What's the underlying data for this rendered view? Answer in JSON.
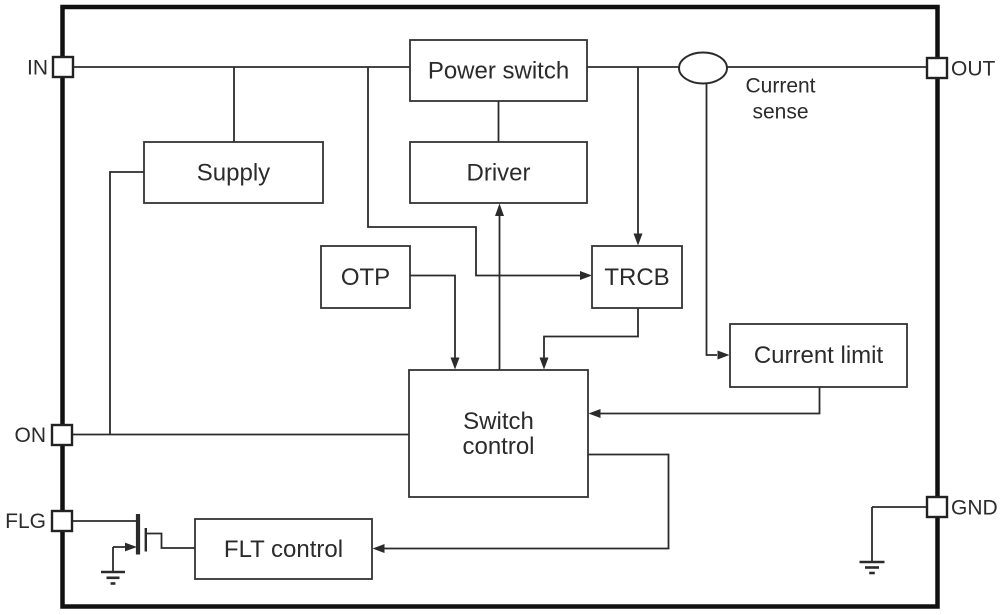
{
  "diagram": {
    "type": "ic-block-diagram",
    "colors": {
      "background": "#ffffff",
      "line": "#2b2b2b",
      "text": "#2b2b2b",
      "outer_border": "#111111"
    },
    "blocks": {
      "power_switch": {
        "label": "Power switch"
      },
      "supply": {
        "label": "Supply"
      },
      "driver": {
        "label": "Driver"
      },
      "otp": {
        "label": "OTP"
      },
      "trcb": {
        "label": "TRCB"
      },
      "current_limit": {
        "label": "Current limit"
      },
      "switch_control": {
        "label_line1": "Switch",
        "label_line2": "control"
      },
      "flt_control": {
        "label": "FLT control"
      }
    },
    "pins": {
      "in": {
        "label": "IN"
      },
      "out": {
        "label": "OUT"
      },
      "on": {
        "label": "ON"
      },
      "flg": {
        "label": "FLG"
      },
      "gnd": {
        "label": "GND"
      }
    },
    "annotations": {
      "current_sense": {
        "line1": "Current",
        "line2": "sense"
      }
    },
    "symbols": [
      "current-sense-ellipse",
      "nmos-transistor-icon",
      "ground-symbol-icon-left",
      "ground-symbol-icon-right"
    ]
  }
}
